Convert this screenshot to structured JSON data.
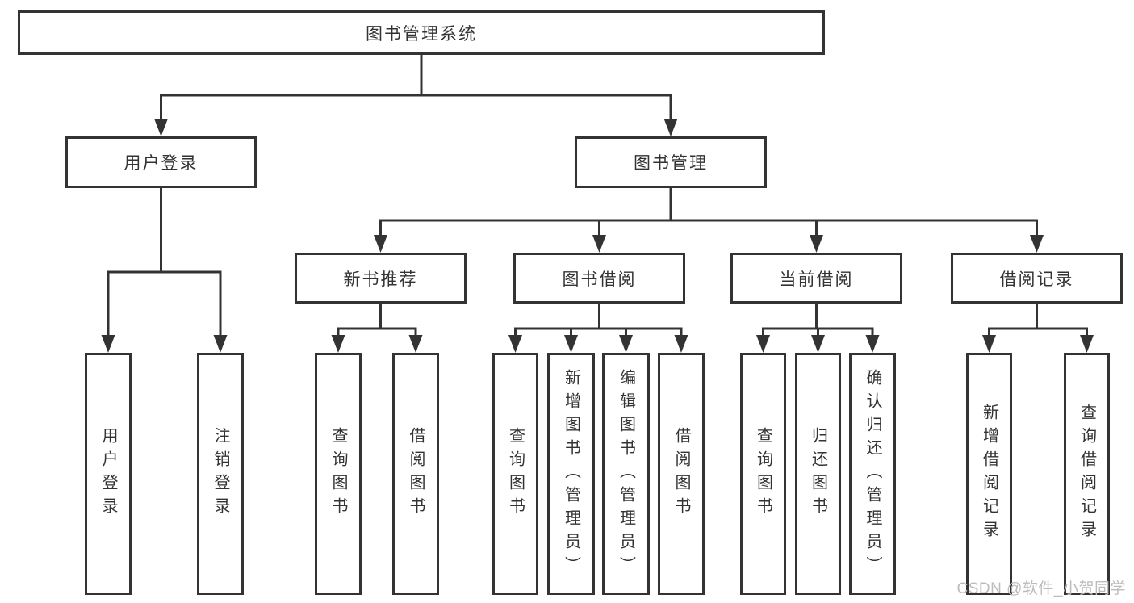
{
  "colors": {
    "line": "#333333",
    "text": "#333333",
    "background": "#ffffff",
    "watermark": "#bcbcbc"
  },
  "tree": {
    "root": "图书管理系统",
    "branches": [
      {
        "label": "用户登录",
        "children": [
          "用户登录",
          "注销登录"
        ]
      },
      {
        "label": "图书管理",
        "groups": [
          {
            "label": "新书推荐",
            "children": [
              "查询图书",
              "借阅图书"
            ]
          },
          {
            "label": "图书借阅",
            "children": [
              "查询图书",
              "新增图书（管理员）",
              "编辑图书（管理员）",
              "借阅图书"
            ]
          },
          {
            "label": "当前借阅",
            "children": [
              "查询图书",
              "归还图书",
              "确认归还（管理员）"
            ]
          },
          {
            "label": "借阅记录",
            "children": [
              "新增借阅记录",
              "查询借阅记录"
            ]
          }
        ]
      }
    ]
  },
  "watermark": "CSDN @软件_小贺同学"
}
